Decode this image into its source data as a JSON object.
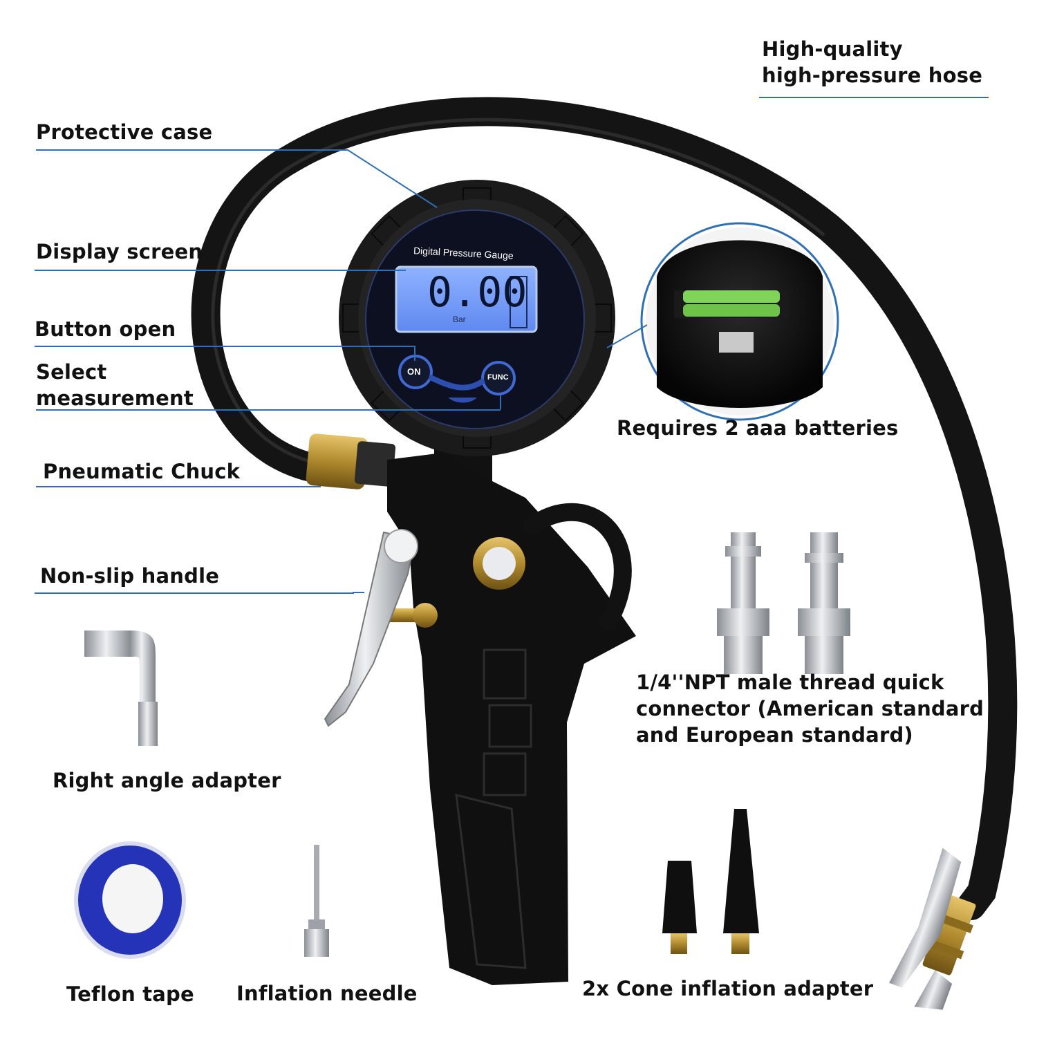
{
  "callouts": {
    "hose": [
      "High-quality",
      "high-pressure hose"
    ],
    "protective_case": "Protective case",
    "display_screen": "Display screen",
    "button_open": "Button open",
    "select_measurement": [
      "Select",
      "measurement"
    ],
    "pneumatic_chuck": "Pneumatic Chuck",
    "non_slip_handle": "Non-slip handle",
    "batteries": "Requires 2 aaa batteries",
    "connector": [
      "1/4''NPT male thread quick",
      "connector (American standard",
      "and European standard)"
    ]
  },
  "accessories": {
    "right_angle": "Right angle adapter",
    "teflon": "Teflon tape",
    "needle": "Inflation needle",
    "cone": "2x Cone inflation adapter"
  },
  "gauge": {
    "brand_text": "Digital Pressure Gauge",
    "reading": "0.00",
    "unit": "Bar",
    "on_button": "ON",
    "func_button": "FUNC"
  },
  "colors": {
    "leader_line": "#2f6fb5",
    "lcd_backlight": "#6f9cff",
    "tape_blue": "#2433b8",
    "brass": "#b08a2e"
  }
}
